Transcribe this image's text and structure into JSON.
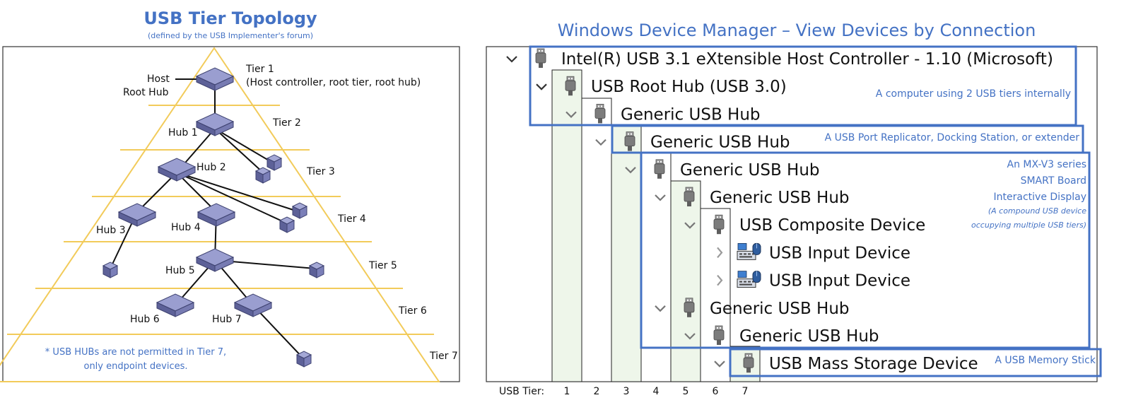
{
  "left": {
    "title": "USB Tier Topology",
    "subtitle": "(defined by the USB Implementer's forum)",
    "host_label_1": "Host",
    "host_label_2": "Root Hub",
    "tiers": [
      "Tier 1",
      "Tier 2",
      "Tier 3",
      "Tier 4",
      "Tier 5",
      "Tier 6",
      "Tier 7"
    ],
    "tier1_note": "(Host controller, root tier, root hub)",
    "hubs": [
      "Hub 1",
      "Hub 2",
      "Hub 3",
      "Hub 4",
      "Hub 5",
      "Hub 6",
      "Hub 7"
    ],
    "footnote_1": "* USB HUBs are not permitted in Tier 7,",
    "footnote_2": "only endpoint devices."
  },
  "right": {
    "title": "Windows Device Manager – View Devices by Connection",
    "rows": [
      {
        "label": "Intel(R) USB 3.1 eXtensible Host Controller - 1.10 (Microsoft)",
        "level": 0,
        "icon": "usb-plug-icon",
        "expander": "chevron-down-icon"
      },
      {
        "label": "USB Root Hub (USB 3.0)",
        "level": 1,
        "icon": "usb-plug-icon",
        "expander": "chevron-down-icon"
      },
      {
        "label": "Generic USB Hub",
        "level": 2,
        "icon": "usb-plug-icon",
        "expander": "chevron-down-icon"
      },
      {
        "label": "Generic USB Hub",
        "level": 3,
        "icon": "usb-plug-icon",
        "expander": "chevron-down-icon"
      },
      {
        "label": "Generic USB Hub",
        "level": 4,
        "icon": "usb-plug-icon",
        "expander": "chevron-down-icon"
      },
      {
        "label": "Generic USB Hub",
        "level": 5,
        "icon": "usb-plug-icon",
        "expander": "chevron-down-icon"
      },
      {
        "label": "USB Composite Device",
        "level": 6,
        "icon": "usb-plug-icon",
        "expander": "chevron-down-icon"
      },
      {
        "label": "USB Input Device",
        "level": 7,
        "icon": "keyboard-mouse-icon",
        "expander": "chevron-right-icon"
      },
      {
        "label": "USB Input Device",
        "level": 7,
        "icon": "keyboard-mouse-icon",
        "expander": "chevron-right-icon"
      },
      {
        "label": "Generic USB Hub",
        "level": 5,
        "icon": "usb-plug-icon",
        "expander": "chevron-down-icon"
      },
      {
        "label": "Generic USB Hub",
        "level": 6,
        "icon": "usb-plug-icon",
        "expander": "chevron-down-icon"
      },
      {
        "label": "USB Mass Storage Device",
        "level": 7,
        "icon": "usb-plug-icon",
        "expander": "chevron-down-icon"
      }
    ],
    "annotations": {
      "computer": "A computer using 2 USB tiers internally",
      "replicator": "A USB Port Replicator, Docking Station, or extender",
      "board_1": "An MX-V3 series",
      "board_2": "SMART Board",
      "board_3": "Interactive Display",
      "board_4": "(A compound USB device",
      "board_5": "occupying multiple USB tiers)",
      "memory": "A USB Memory Stick"
    },
    "tier_axis_label": "USB Tier:",
    "tier_numbers": [
      "1",
      "2",
      "3",
      "4",
      "5",
      "6",
      "7"
    ]
  },
  "colors": {
    "blue_text": "#4472c4",
    "box_blue": "#4472c4",
    "pyramid_yellow": "#f2cb5a",
    "green_band": "#eef6ea",
    "device_purple": "#7b7fb8"
  }
}
